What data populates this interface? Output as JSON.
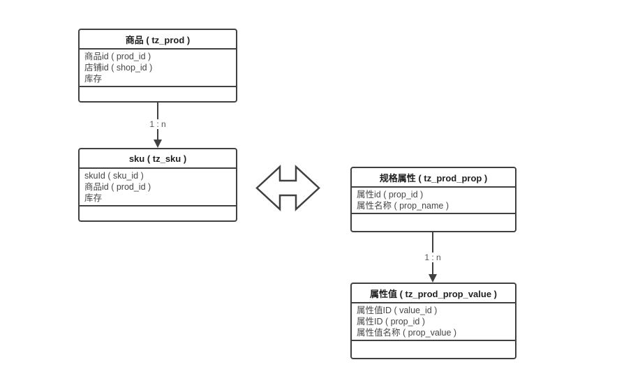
{
  "canvas": {
    "background_color": "#ffffff",
    "line_color": "#404040"
  },
  "entities": [
    {
      "title": "商品 ( tz_prod )",
      "fields": [
        "商品id ( prod_id )",
        "店铺id ( shop_id )",
        "库存"
      ]
    },
    {
      "title": "sku ( tz_sku )",
      "fields": [
        "skuId ( sku_id )",
        "商品id ( prod_id )",
        "库存"
      ]
    },
    {
      "title": "规格属性 ( tz_prod_prop )",
      "fields": [
        "属性id ( prop_id )",
        "属性名称 ( prop_name )"
      ]
    },
    {
      "title": "属性值 ( tz_prod_prop_value )",
      "fields": [
        "属性值ID ( value_id )",
        "属性ID ( prop_id )",
        "属性值名称 ( prop_value )"
      ]
    }
  ],
  "connectors": [
    {
      "label": "1 : n",
      "from": "商品 ( tz_prod )",
      "to": "sku ( tz_sku )"
    },
    {
      "label": "1 : n",
      "from": "规格属性 ( tz_prod_prop )",
      "to": "属性值 ( tz_prod_prop_value )"
    }
  ],
  "relation_arrow": {
    "type": "double-headed-hollow",
    "between": [
      "sku ( tz_sku )",
      "规格属性 ( tz_prod_prop )"
    ]
  }
}
